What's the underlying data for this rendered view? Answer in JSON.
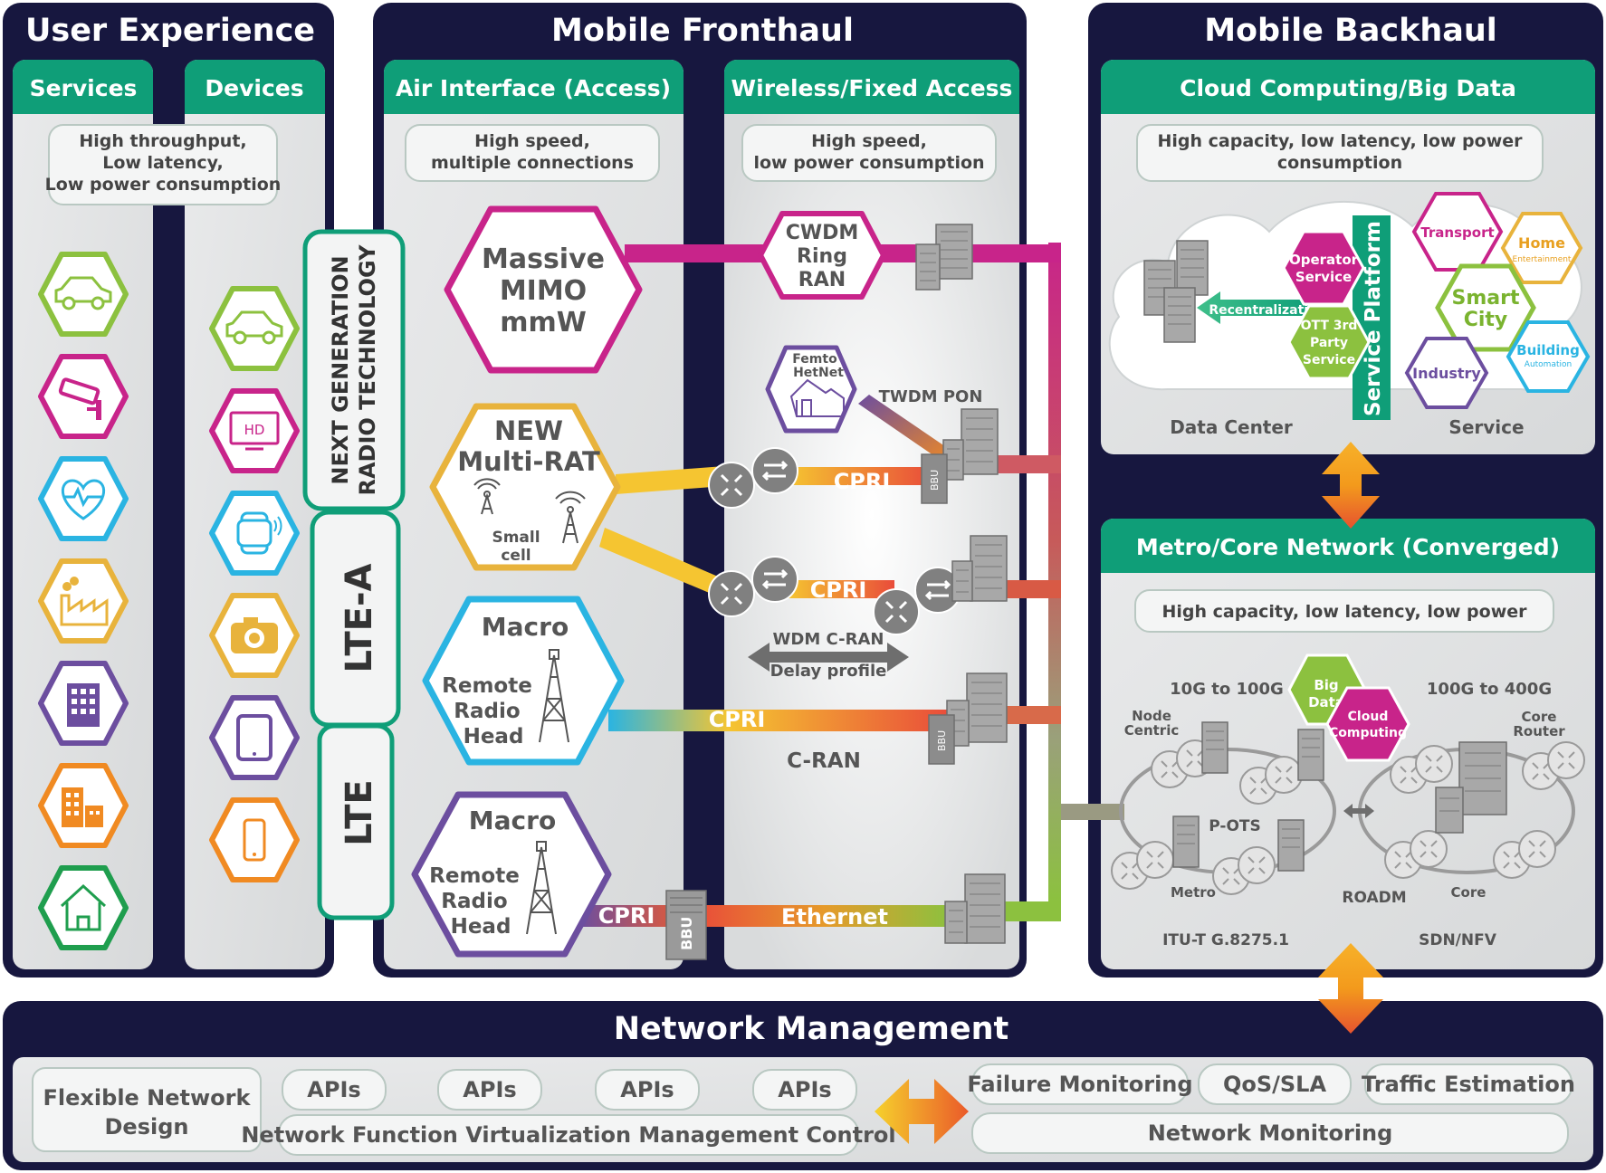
{
  "columns": {
    "user_experience": {
      "title": "User Experience",
      "services": {
        "title": "Services",
        "icons": [
          "car-icon",
          "cctv-camera-icon",
          "heart-monitor-icon",
          "factory-icon",
          "office-building-icon",
          "apartment-icon",
          "home-icon"
        ]
      },
      "devices": {
        "title": "Devices",
        "icons": [
          "car-icon",
          "hd-tv-icon",
          "smartwatch-icon",
          "camera-icon",
          "tablet-icon",
          "smartphone-icon"
        ],
        "hd_label": "HD"
      },
      "callout": [
        "High throughput,",
        "Low latency,",
        "Low power consumption"
      ]
    },
    "radio_tech": {
      "next_gen": [
        "NEXT GENERATION",
        "RADIO TECHNOLOGY"
      ],
      "lte_a": "LTE-A",
      "lte": "LTE"
    },
    "fronthaul": {
      "title": "Mobile Fronthaul",
      "air": {
        "title": "Air Interface (Access)",
        "callout": [
          "High speed,",
          "multiple connections"
        ],
        "massive_mimo": [
          "Massive",
          "MIMO",
          "mmW"
        ],
        "multi_rat": [
          "NEW",
          "Multi-RAT"
        ],
        "small_cell": [
          "Small",
          "cell"
        ],
        "macro1": {
          "title": "Macro",
          "rrh": [
            "Remote",
            "Radio",
            "Head"
          ]
        },
        "macro2": {
          "title": "Macro",
          "rrh": [
            "Remote",
            "Radio",
            "Head"
          ]
        }
      },
      "wireless": {
        "title": "Wireless/Fixed Access",
        "callout": [
          "High speed,",
          "low power consumption"
        ],
        "cwdm": [
          "CWDM",
          "Ring",
          "RAN"
        ],
        "femto": [
          "Femto",
          "HetNet"
        ],
        "twdm": "TWDM PON",
        "cpri": "CPRI",
        "wdm_cran": "WDM C-RAN",
        "delay": "Delay profile",
        "cran": "C-RAN",
        "ethernet": "Ethernet",
        "bbu": "BBU"
      }
    },
    "backhaul": {
      "title": "Mobile Backhaul",
      "cloud": {
        "title": "Cloud Computing/Big Data",
        "callout": [
          "High capacity, low latency, low power",
          "consumption"
        ],
        "operator": [
          "Operator",
          "Service"
        ],
        "ott": [
          "OTT 3rd",
          "Party",
          "Service"
        ],
        "recentralization": "Recentralization",
        "service_platform": "Service Platform",
        "transport": "Transport",
        "home": "Home",
        "entertainment": "Entertainment",
        "smart_city": [
          "Smart",
          "City"
        ],
        "industry": "Industry",
        "building": "Building",
        "automation": "Automation",
        "data_center": "Data Center",
        "service": "Service"
      },
      "metro": {
        "title": "Metro/Core Network (Converged)",
        "callout": "High capacity, low latency, low power",
        "speed1": "10G to 100G",
        "speed2": "100G to 400G",
        "big_data": [
          "Big",
          "Data"
        ],
        "cloud_computing": [
          "Cloud",
          "Computing"
        ],
        "node_centric": [
          "Node",
          "Centric"
        ],
        "core_router": [
          "Core",
          "Router"
        ],
        "potts": "P-OTS",
        "metro": "Metro",
        "roadm": "ROADM",
        "core": "Core",
        "itu": "ITU-T G.8275.1",
        "sdn": "SDN/NFV"
      }
    }
  },
  "network_management": {
    "title": "Network Management",
    "flexible": [
      "Flexible Network",
      "Design"
    ],
    "apis": [
      "APIs",
      "APIs",
      "APIs",
      "APIs"
    ],
    "nfv": "Network Function Virtualization Management Control",
    "failure": "Failure Monitoring",
    "qos": "QoS/SLA",
    "traffic": "Traffic Estimation",
    "monitoring": "Network Monitoring"
  },
  "colors": {
    "navy": "#17173f",
    "teal": "#0f9e78",
    "magenta": "#c8248a",
    "yellow": "#e8b33c",
    "cyan": "#2ab4e2",
    "purple": "#6c4e9f",
    "green": "#8cc13f",
    "orange": "#f08a22"
  }
}
